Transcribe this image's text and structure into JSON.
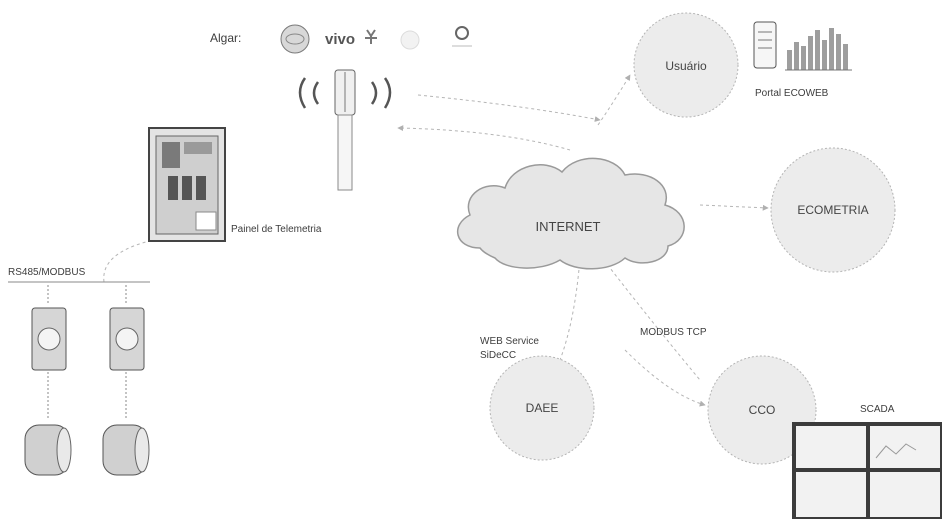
{
  "operators": {
    "label": "Algar:",
    "items": [
      "vivo"
    ]
  },
  "nodes": {
    "usuario": "Usuário",
    "internet": "INTERNET",
    "ecometria": "ECOMETRIA",
    "daee": "DAEE",
    "cco": "CCO"
  },
  "labels": {
    "portal": "Portal ECOWEB",
    "painel": "Painel de Telemetria",
    "bus": "RS485/MODBUS",
    "webservice_line1": "WEB Service",
    "webservice_line2": "SiDeCC",
    "modbus": "MODBUS TCP",
    "scada": "SCADA"
  },
  "scada_tiles": [
    "",
    "",
    "",
    ""
  ],
  "colors": {
    "stroke": "#9a9a9a",
    "circle_fill": "#ececec",
    "cloud_fill": "#eaeaea",
    "device_dark": "#555555"
  }
}
